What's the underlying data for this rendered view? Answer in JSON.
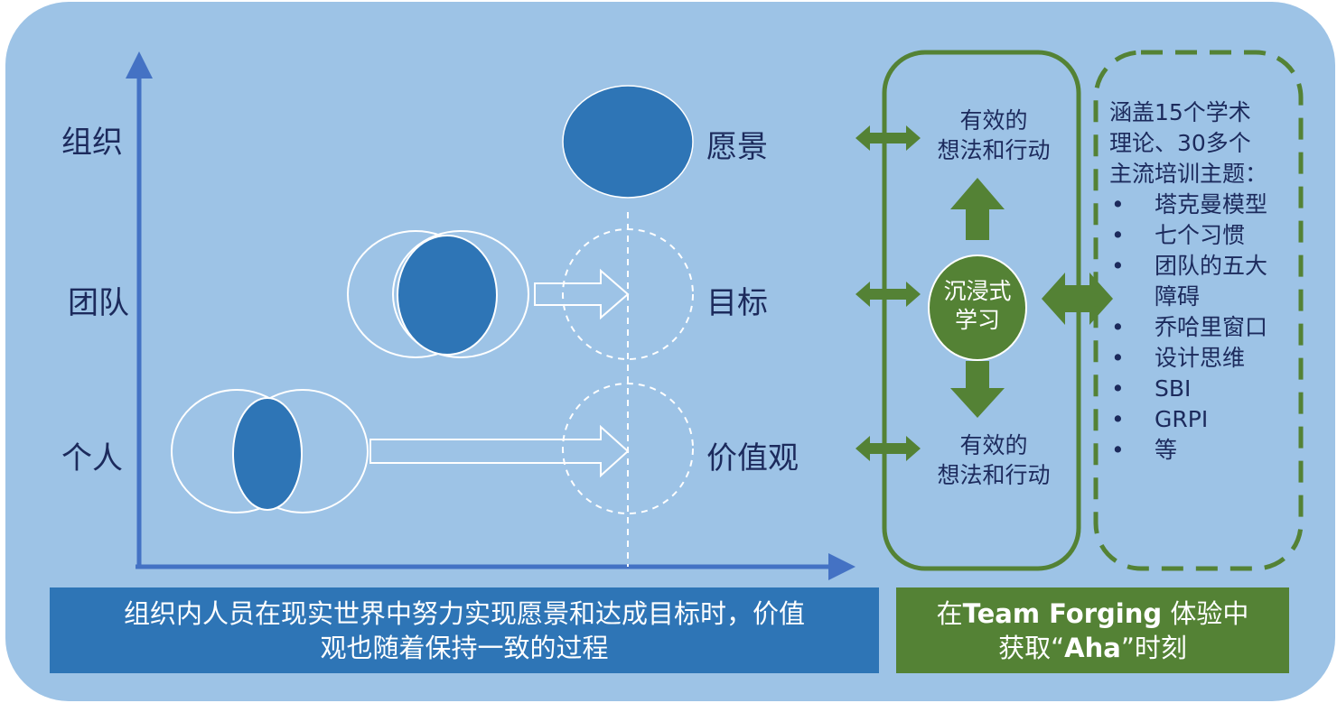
{
  "colors": {
    "background": "#9dc3e6",
    "axis": "#4472c4",
    "blue_fill": "#2e75b6",
    "green": "#548235",
    "text": "#1c2a5c"
  },
  "axis_labels": {
    "org": "组织",
    "team": "团队",
    "individual": "个人"
  },
  "nodes": {
    "vision": "愿景",
    "goal": "目标",
    "values": "价值观"
  },
  "learning": {
    "top": [
      "有效的",
      "想法和行动"
    ],
    "center": [
      "沉浸式",
      "学习"
    ],
    "bottom": [
      "有效的",
      "想法和行动"
    ]
  },
  "topics": {
    "intro": [
      "涵盖15个学术",
      "理论、30多个",
      "主流培训主题："
    ],
    "bullet": "•",
    "items": [
      [
        "塔克曼模型"
      ],
      [
        "七个习惯"
      ],
      [
        "团队的五大",
        "障碍"
      ],
      [
        "乔哈里窗口"
      ],
      [
        "设计思维"
      ],
      [
        "SBI"
      ],
      [
        "GRPI"
      ],
      [
        "等"
      ]
    ]
  },
  "captions": {
    "left": [
      "组织内人员在现实世界中努力实现愿景和达成目标时，价值",
      "观也随着保持一致的过程"
    ],
    "right": {
      "pre": "在",
      "brand": "Team Forging",
      "post": " 体验中",
      "line2_pre": "获取“",
      "aha": "Aha",
      "line2_post": "”时刻"
    }
  }
}
